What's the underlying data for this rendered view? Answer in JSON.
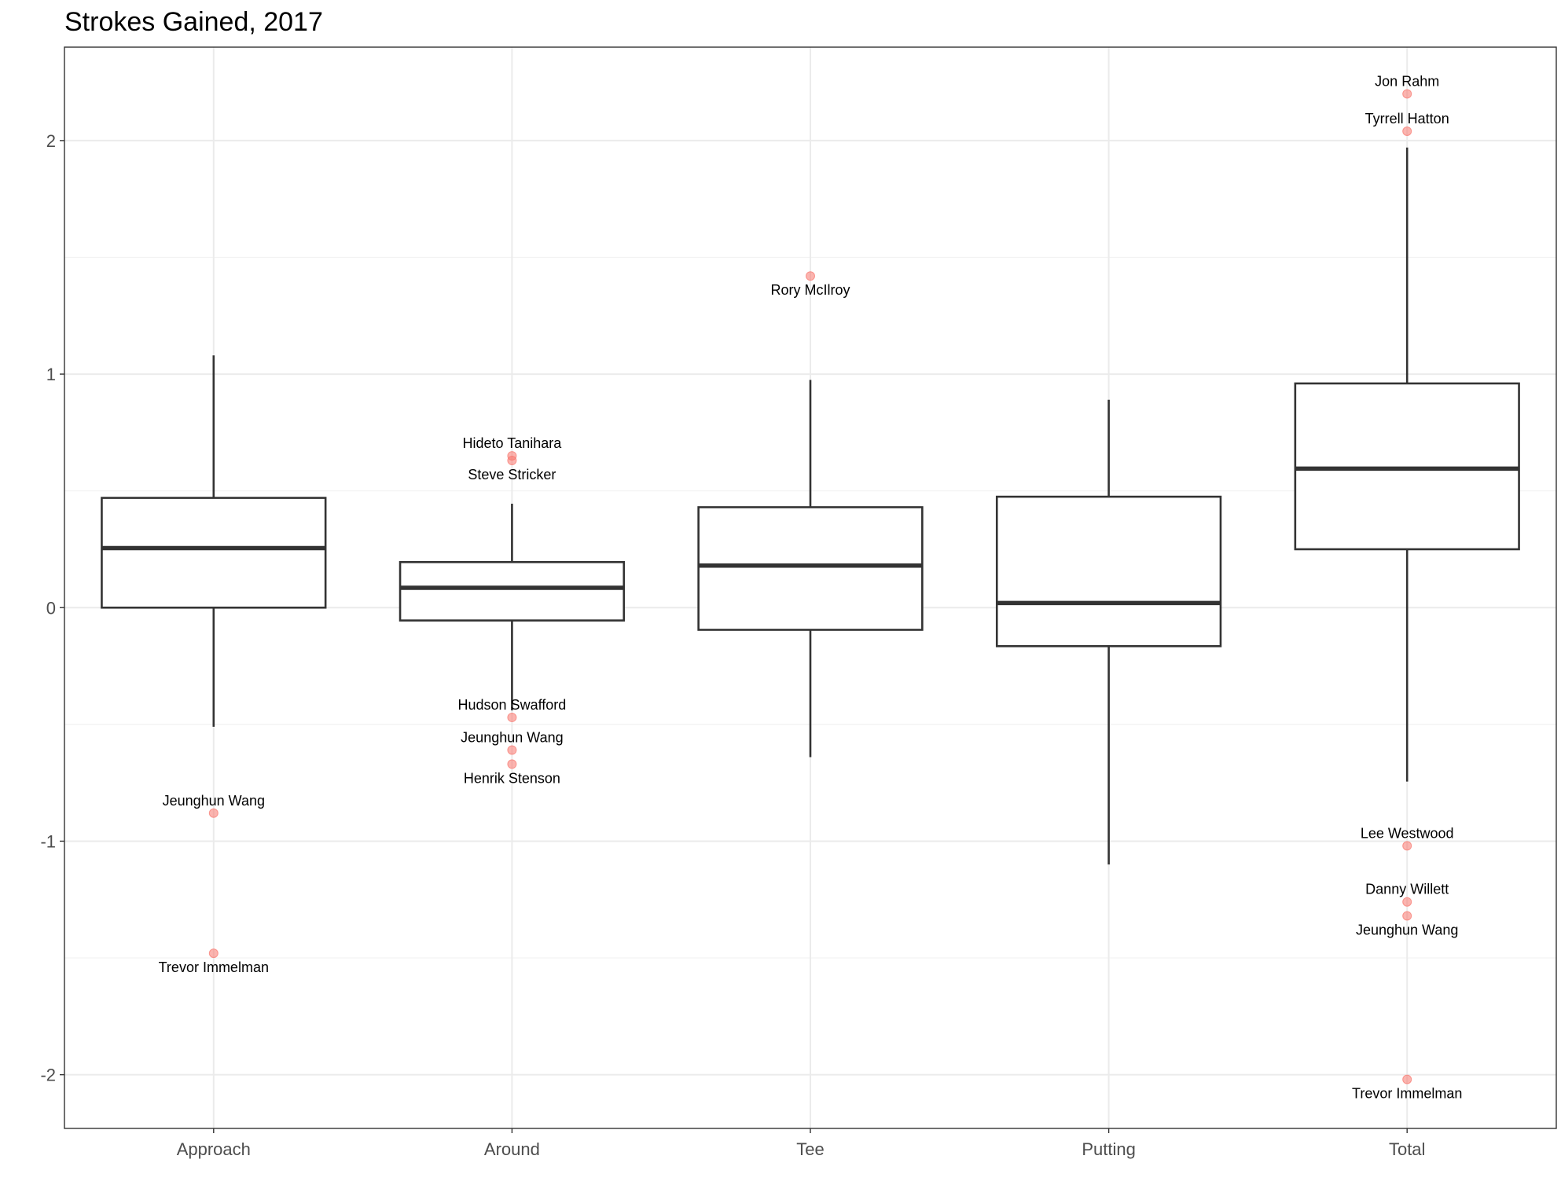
{
  "chart_data": {
    "type": "box",
    "title": "Strokes Gained, 2017",
    "xlabel": "",
    "ylabel": "",
    "ylim": [
      -2.23,
      2.4
    ],
    "yticks": [
      -2,
      -1,
      0,
      1,
      2
    ],
    "ytick_labels": [
      "-2",
      "-1",
      "0",
      "1",
      "2"
    ],
    "categories": [
      "Approach",
      "Around",
      "Tee",
      "Putting",
      "Total"
    ],
    "grid": true,
    "boxes": [
      {
        "category": "Approach",
        "whisker_low": -0.51,
        "q1": 0.0,
        "median": 0.255,
        "q3": 0.47,
        "whisker_high": 1.08,
        "outliers": [
          {
            "y": -0.88,
            "label": "Jeunghun Wang",
            "label_pos": "above"
          },
          {
            "y": -1.48,
            "label": "Trevor Immelman",
            "label_pos": "below"
          }
        ]
      },
      {
        "category": "Around",
        "whisker_low": -0.44,
        "q1": -0.055,
        "median": 0.085,
        "q3": 0.195,
        "whisker_high": 0.445,
        "outliers": [
          {
            "y": 0.65,
            "label": "Hideto Tanihara",
            "label_pos": "above"
          },
          {
            "y": 0.63,
            "label": "Steve Stricker",
            "label_pos": "below"
          },
          {
            "y": -0.47,
            "label": "Hudson Swafford",
            "label_pos": "above"
          },
          {
            "y": -0.61,
            "label": "Jeunghun Wang",
            "label_pos": "above"
          },
          {
            "y": -0.67,
            "label": "Henrik Stenson",
            "label_pos": "below"
          }
        ]
      },
      {
        "category": "Tee",
        "whisker_low": -0.64,
        "q1": -0.095,
        "median": 0.18,
        "q3": 0.43,
        "whisker_high": 0.975,
        "outliers": [
          {
            "y": 1.42,
            "label": "Rory McIlroy",
            "label_pos": "below"
          }
        ]
      },
      {
        "category": "Putting",
        "whisker_low": -1.1,
        "q1": -0.165,
        "median": 0.02,
        "q3": 0.475,
        "whisker_high": 0.89,
        "outliers": []
      },
      {
        "category": "Total",
        "whisker_low": -0.745,
        "q1": 0.25,
        "median": 0.595,
        "q3": 0.96,
        "whisker_high": 1.97,
        "outliers": [
          {
            "y": 2.2,
            "label": "Jon Rahm",
            "label_pos": "above"
          },
          {
            "y": 2.04,
            "label": "Tyrrell Hatton",
            "label_pos": "above"
          },
          {
            "y": -1.02,
            "label": "Lee Westwood",
            "label_pos": "above"
          },
          {
            "y": -1.26,
            "label": "Danny Willett",
            "label_pos": "above"
          },
          {
            "y": -1.32,
            "label": "Jeunghun Wang",
            "label_pos": "below"
          },
          {
            "y": -2.02,
            "label": "Trevor Immelman",
            "label_pos": "below"
          }
        ]
      }
    ]
  }
}
